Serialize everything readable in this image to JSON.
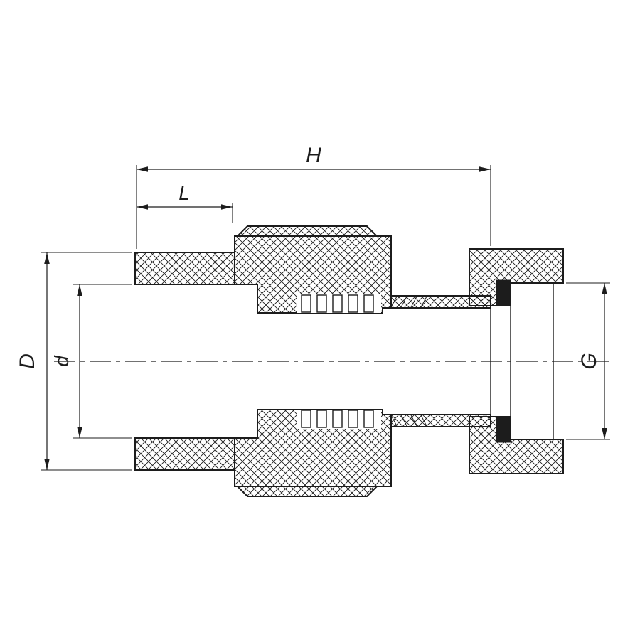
{
  "page": {
    "background_color": "#ffffff"
  },
  "drawing": {
    "line_color": "#1c1c1c",
    "labels": {
      "H": "H",
      "L": "L",
      "D": "D",
      "d": "d",
      "G": "G"
    }
  }
}
